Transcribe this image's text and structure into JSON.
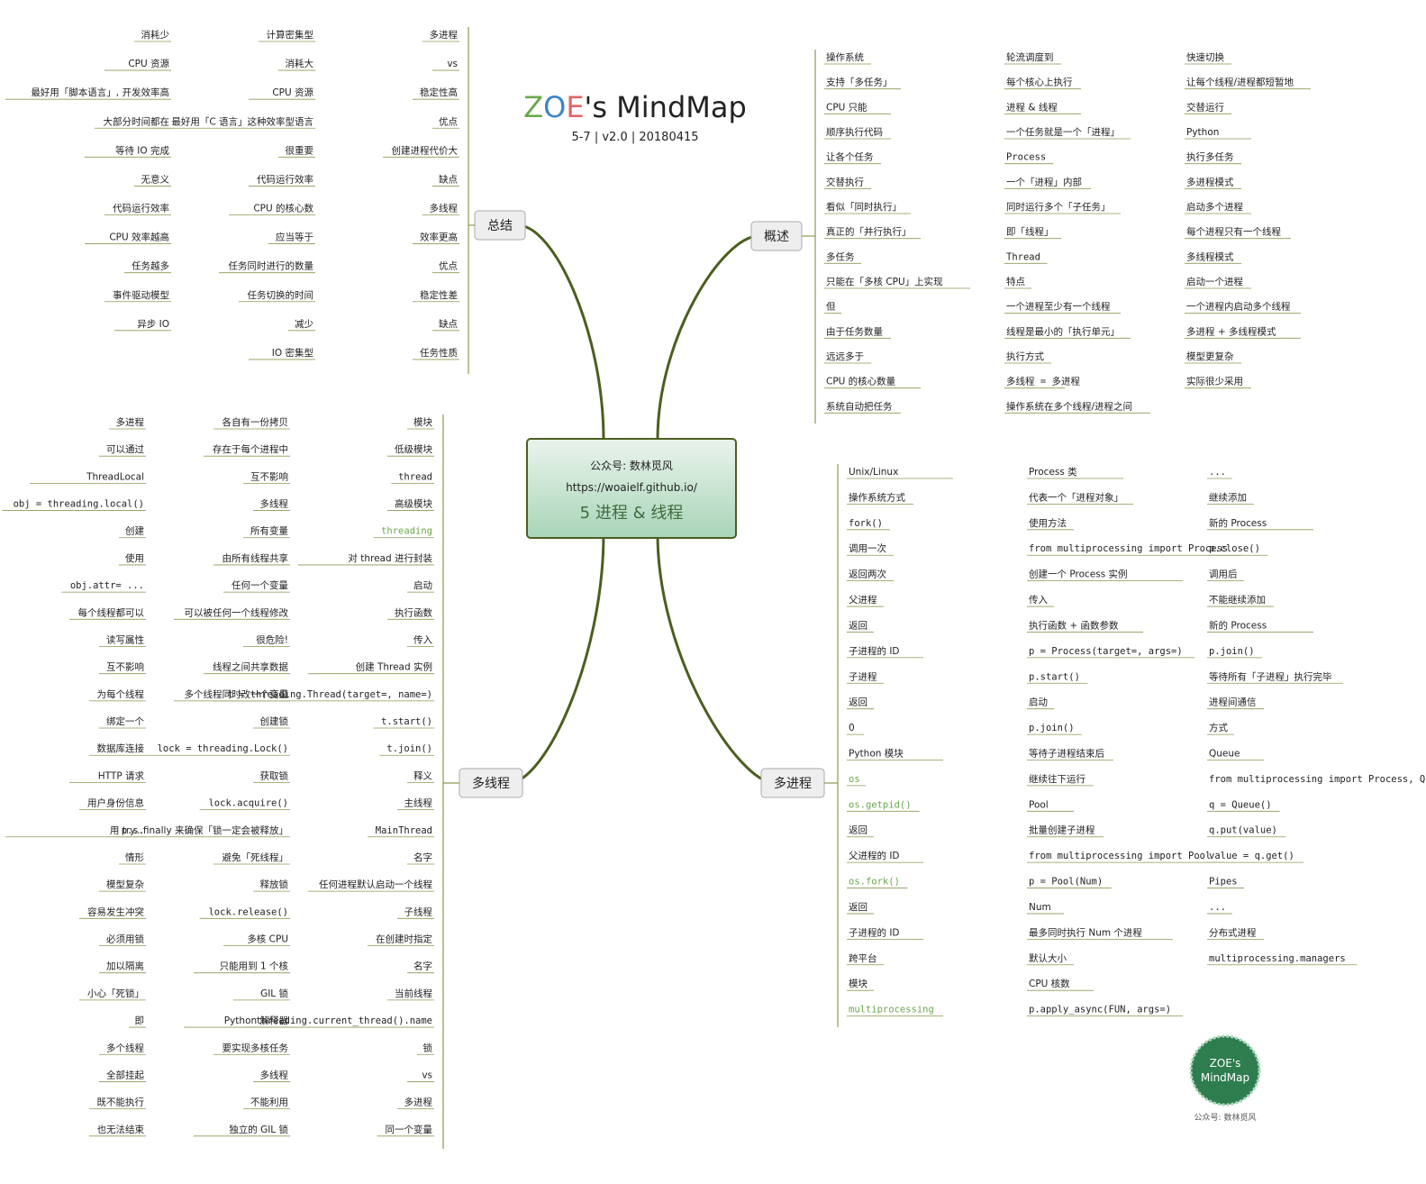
{
  "title": {
    "part1": "ZOE",
    "part2": "'s MindMap",
    "subtitle": "5-7 | v2.0 | 20180415",
    "colors": [
      "#6aa84f",
      "#3d85c6",
      "#e06666",
      "#f6b26b"
    ]
  },
  "center": {
    "line1": "公众号: 数林觅风",
    "line2": "https://woaielf.github.io/",
    "line3": "5 进程 & 线程"
  },
  "stamp": {
    "line1": "ZOE's",
    "line2": "MindMap",
    "caption": "公众号: 数林觅风"
  },
  "colors": {
    "branch": "#4b5e20",
    "line": "#8a9a54",
    "accent_green": "#6aa84f",
    "accent_orange": "#f6b26b",
    "callout": "#fce5cd"
  },
  "branches": {
    "top_left": {
      "root": "总结",
      "nodes": [
        {
          "t": "多进程"
        },
        {
          "t": "vs"
        },
        {
          "t": "稳定性高"
        },
        {
          "t": "优点"
        },
        {
          "t": "创建进程代价大"
        },
        {
          "t": "缺点"
        },
        {
          "t": "多线程"
        },
        {
          "t": "效率更高"
        },
        {
          "t": "优点"
        },
        {
          "t": "稳定性差"
        },
        {
          "t": "缺点"
        },
        {
          "t": "任务性质"
        },
        {
          "t": "计算密集型"
        },
        {
          "t": "消耗大"
        },
        {
          "t": "CPU 资源"
        },
        {
          "t": "最好用「C 语言」这种效率型语言"
        },
        {
          "t": "很重要"
        },
        {
          "t": "代码运行效率"
        },
        {
          "t": "CPU 的核心数"
        },
        {
          "t": "应当等于"
        },
        {
          "t": "任务同时进行的数量"
        },
        {
          "t": "任务切换的时间"
        },
        {
          "t": "减少"
        },
        {
          "t": "IO 密集型"
        },
        {
          "t": "消耗少"
        },
        {
          "t": "CPU 资源"
        },
        {
          "t": "最好用「脚本语言」, 开发效率高"
        },
        {
          "t": "大部分时间都在"
        },
        {
          "t": "等待 IO 完成"
        },
        {
          "t": "无意义"
        },
        {
          "t": "代码运行效率"
        },
        {
          "t": "CPU 效率越高"
        },
        {
          "t": "任务越多"
        },
        {
          "t": "事件驱动模型"
        },
        {
          "t": "异步 IO"
        }
      ]
    },
    "top_right": {
      "root": "概述",
      "nodes": [
        {
          "t": "操作系统"
        },
        {
          "t": "支持「多任务」"
        },
        {
          "t": "CPU 只能"
        },
        {
          "t": "顺序执行代码"
        },
        {
          "t": "让各个任务"
        },
        {
          "t": "交替执行"
        },
        {
          "t": "看似「同时执行」"
        },
        {
          "t": "真正的「并行执行」"
        },
        {
          "t": "多任务"
        },
        {
          "t": "只能在「多核 CPU」上实现"
        },
        {
          "t": "但"
        },
        {
          "t": "由于任务数量"
        },
        {
          "t": "远远多于"
        },
        {
          "t": "CPU 的核心数量"
        },
        {
          "t": "系统自动把任务"
        },
        {
          "t": "轮流调度到"
        },
        {
          "t": "每个核心上执行"
        },
        {
          "t": "进程 & 线程"
        },
        {
          "t": "一个任务就是一个「进程」"
        },
        {
          "t": "Process"
        },
        {
          "t": "一个「进程」内部"
        },
        {
          "t": "同时运行多个「子任务」"
        },
        {
          "t": "即「线程」"
        },
        {
          "t": "Thread"
        },
        {
          "t": "特点"
        },
        {
          "t": "一个进程至少有一个线程"
        },
        {
          "t": "线程是最小的「执行单元」"
        },
        {
          "t": "执行方式"
        },
        {
          "t": "多线程 = 多进程"
        },
        {
          "t": "操作系统在多个线程/进程之间"
        },
        {
          "t": "快速切换"
        },
        {
          "t": "让每个线程/进程都短暂地"
        },
        {
          "t": "交替运行"
        },
        {
          "t": "Python"
        },
        {
          "t": "执行多任务"
        },
        {
          "t": "多进程模式"
        },
        {
          "t": "启动多个进程"
        },
        {
          "t": "每个进程只有一个线程"
        },
        {
          "t": "多线程模式"
        },
        {
          "t": "启动一个进程"
        },
        {
          "t": "一个进程内启动多个线程"
        },
        {
          "t": "多进程 + 多线程模式"
        },
        {
          "t": "模型更复杂"
        },
        {
          "t": "实际很少采用"
        }
      ]
    },
    "bottom_left": {
      "root": "多线程",
      "nodes": [
        {
          "t": "模块"
        },
        {
          "t": "低级模块"
        },
        {
          "t": "thread"
        },
        {
          "t": "高级模块"
        },
        {
          "t": "threading"
        },
        {
          "t": "对 thread 进行封装"
        },
        {
          "t": "启动"
        },
        {
          "t": "执行函数"
        },
        {
          "t": "传入"
        },
        {
          "t": "创建 Thread 实例"
        },
        {
          "t": "t = threading.Thread(target=, name=)"
        },
        {
          "t": "t.start()"
        },
        {
          "t": "t.join()"
        },
        {
          "t": "释义"
        },
        {
          "t": "主线程"
        },
        {
          "t": "MainThread"
        },
        {
          "t": "名字"
        },
        {
          "t": "任何进程默认启动一个线程"
        },
        {
          "t": "子线程"
        },
        {
          "t": "在创建时指定"
        },
        {
          "t": "名字"
        },
        {
          "t": "当前线程"
        },
        {
          "t": "threading.current_thread().name"
        },
        {
          "t": "锁"
        },
        {
          "t": "vs"
        },
        {
          "t": "多进程"
        },
        {
          "t": "同一个变量"
        },
        {
          "t": "各自有一份拷贝"
        },
        {
          "t": "存在于每个进程中"
        },
        {
          "t": "互不影响"
        },
        {
          "t": "多线程"
        },
        {
          "t": "所有变量"
        },
        {
          "t": "由所有线程共享"
        },
        {
          "t": "任何一个变量"
        },
        {
          "t": "可以被任何一个线程修改"
        },
        {
          "t": "很危险!"
        },
        {
          "t": "线程之间共享数据"
        },
        {
          "t": "多个线程同时改一个变量"
        },
        {
          "t": "创建锁"
        },
        {
          "t": "lock = threading.Lock()"
        },
        {
          "t": "获取锁"
        },
        {
          "t": "lock.acquire()"
        },
        {
          "t": "用 try...finally 来确保「锁一定会被释放」"
        },
        {
          "t": "避免「死线程」"
        },
        {
          "t": "释放锁"
        },
        {
          "t": "lock.release()"
        },
        {
          "t": "多核 CPU"
        },
        {
          "t": "只能用到 1 个核"
        },
        {
          "t": "GIL 锁"
        },
        {
          "t": "Python 解释器"
        },
        {
          "t": "要实现多核任务"
        },
        {
          "t": "多线程"
        },
        {
          "t": "不能利用"
        },
        {
          "t": "独立的 GIL 锁"
        },
        {
          "t": "多进程"
        },
        {
          "t": "可以通过"
        },
        {
          "t": "ThreadLocal"
        },
        {
          "t": "obj = threading.local()"
        },
        {
          "t": "创建"
        },
        {
          "t": "使用"
        },
        {
          "t": "obj.attr= ..."
        },
        {
          "t": "每个线程都可以"
        },
        {
          "t": "读写属性"
        },
        {
          "t": "互不影响"
        },
        {
          "t": "为每个线程"
        },
        {
          "t": "绑定一个"
        },
        {
          "t": "数据库连接"
        },
        {
          "t": "HTTP 请求"
        },
        {
          "t": "用户身份信息"
        },
        {
          "t": "p.s."
        },
        {
          "t": "情形"
        },
        {
          "t": "模型复杂"
        },
        {
          "t": "容易发生冲突"
        },
        {
          "t": "必须用锁"
        },
        {
          "t": "加以隔离"
        },
        {
          "t": "小心「死锁」"
        },
        {
          "t": "即"
        },
        {
          "t": "多个线程"
        },
        {
          "t": "全部挂起"
        },
        {
          "t": "既不能执行"
        },
        {
          "t": "也无法结束"
        }
      ]
    },
    "bottom_right": {
      "root": "多进程",
      "nodes": [
        {
          "t": "Unix/Linux"
        },
        {
          "t": "操作系统方式"
        },
        {
          "t": "fork()"
        },
        {
          "t": "调用一次"
        },
        {
          "t": "返回两次"
        },
        {
          "t": "父进程"
        },
        {
          "t": "返回"
        },
        {
          "t": "子进程的 ID"
        },
        {
          "t": "子进程"
        },
        {
          "t": "返回"
        },
        {
          "t": "0"
        },
        {
          "t": "Python 模块"
        },
        {
          "t": "os"
        },
        {
          "t": "os.getpid()"
        },
        {
          "t": "返回"
        },
        {
          "t": "父进程的 ID"
        },
        {
          "t": "os.fork()"
        },
        {
          "t": "返回"
        },
        {
          "t": "子进程的 ID"
        },
        {
          "t": "跨平台"
        },
        {
          "t": "模块"
        },
        {
          "t": "multiprocessing"
        },
        {
          "t": "Process 类"
        },
        {
          "t": "代表一个「进程对象」"
        },
        {
          "t": "使用方法"
        },
        {
          "t": "from multiprocessing import Process"
        },
        {
          "t": "创建一个 Process 实例"
        },
        {
          "t": "传入"
        },
        {
          "t": "执行函数 + 函数参数"
        },
        {
          "t": "p = Process(target=, args=)"
        },
        {
          "t": "p.start()"
        },
        {
          "t": "启动"
        },
        {
          "t": "p.join()"
        },
        {
          "t": "等待子进程结束后"
        },
        {
          "t": "继续往下运行"
        },
        {
          "t": "Pool"
        },
        {
          "t": "批量创建子进程"
        },
        {
          "t": "from multiprocessing import Pool"
        },
        {
          "t": "p = Pool(Num)"
        },
        {
          "t": "Num"
        },
        {
          "t": "最多同时执行 Num 个进程"
        },
        {
          "t": "默认大小"
        },
        {
          "t": "CPU 核数"
        },
        {
          "t": "p.apply_async(FUN, args=)"
        },
        {
          "t": "..."
        },
        {
          "t": "继续添加"
        },
        {
          "t": "新的 Process"
        },
        {
          "t": "p.close()"
        },
        {
          "t": "调用后"
        },
        {
          "t": "不能继续添加"
        },
        {
          "t": "新的 Process"
        },
        {
          "t": "p.join()"
        },
        {
          "t": "等待所有「子进程」执行完毕"
        },
        {
          "t": "进程间通信"
        },
        {
          "t": "方式"
        },
        {
          "t": "Queue"
        },
        {
          "t": "from multiprocessing import Process, Queue"
        },
        {
          "t": "q = Queue()"
        },
        {
          "t": "q.put(value)"
        },
        {
          "t": "value = q.get()"
        },
        {
          "t": "Pipes"
        },
        {
          "t": "..."
        },
        {
          "t": "分布式进程"
        },
        {
          "t": "multiprocessing.managers"
        }
      ]
    }
  }
}
